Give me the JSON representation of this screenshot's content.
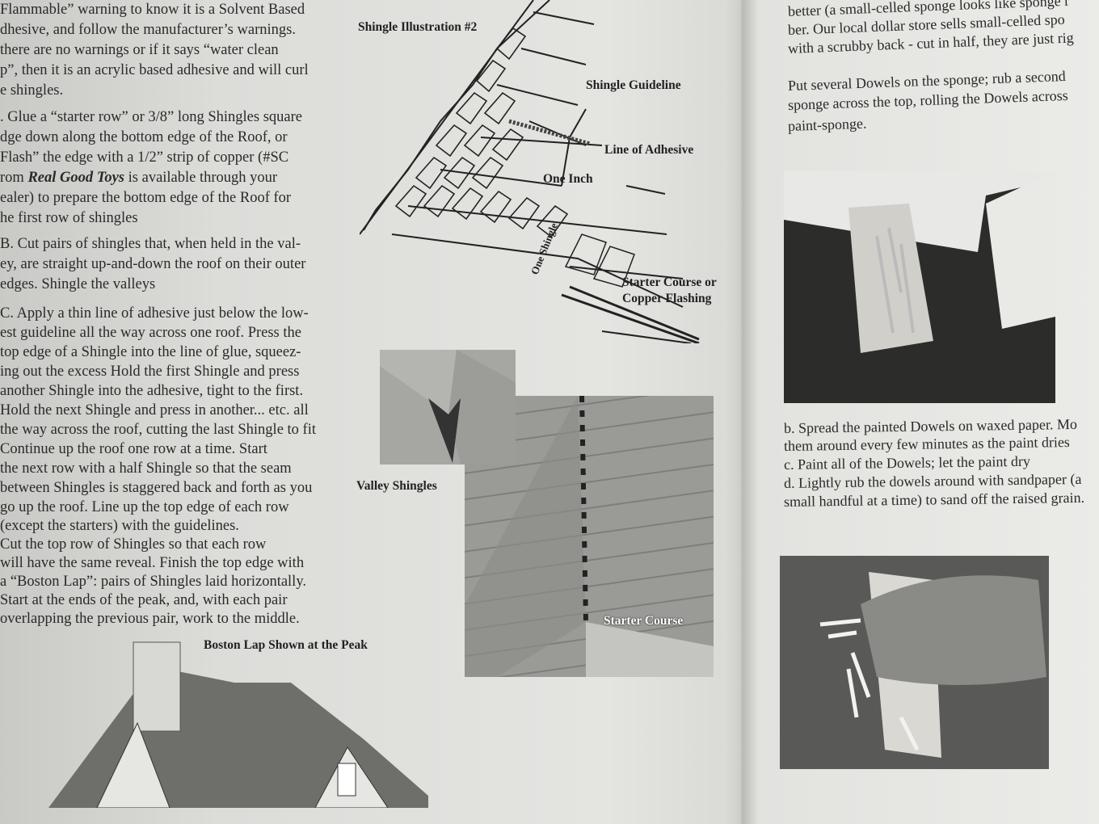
{
  "left_page": {
    "lines": [
      "Flammable” warning to know it is a Solvent Based",
      "dhesive, and follow the manufacturer’s warnings.",
      " there are no warnings or if it says “water clean",
      "p”, then it is an acrylic based adhesive and will curl",
      "e shingles.",
      ".  Glue a “starter row” or 3/8” long Shingles square",
      "dge down along the bottom edge of the Roof, or",
      "Flash” the edge with a 1/2” strip of copper (#SC",
      "rom Real Good Toys is available through your",
      "ealer) to prepare the bottom edge of the Roof for",
      "he first row of shingles",
      "B.  Cut pairs of shingles that, when held in the val-",
      "ey, are straight up-and-down the roof on their outer",
      "edges.  Shingle the valleys",
      "C. Apply a thin line of adhesive just below the low-",
      "est guideline all the way across one roof.  Press the",
      "top edge of a Shingle into the line of glue, squeez-",
      "ing out the excess  Hold the first Shingle and press",
      "another Shingle into the adhesive, tight to the first.",
      " Hold the next Shingle and press in another... etc. all",
      " the way across the roof, cutting the last Shingle to fit",
      "        Continue up the roof one row at a time.  Start",
      " the next row with a half Shingle so that the seam",
      " between Shingles is staggered back and forth as you",
      " go up the roof.  Line up the top edge of each row",
      " (except the starters) with the guidelines.",
      "        Cut the top row of Shingles so that each row",
      "  will have the same reveal.  Finish the top edge with",
      "  a “Boston Lap”:  pairs of Shingles laid horizontally.",
      "  Start at the ends of the peak, and, with each pair",
      "  overlapping the previous pair, work to the middle."
    ],
    "diagram": {
      "title": "Shingle Illustration #2",
      "shingle_guideline": "Shingle Guideline",
      "line_of_adhesive": "Line of Adhesive",
      "one_inch": "One Inch",
      "one_shingle": "One Shingle",
      "starter_course_1": "Starter Course or",
      "starter_course_2": "Copper Flashing"
    },
    "valley_label": "Valley Shingles",
    "starter_course_label": "Starter Course",
    "boston_lap_label": "Boston Lap Shown at the Peak"
  },
  "right_page": {
    "top_lines": [
      "better (a small-celled sponge looks like sponge r",
      "ber.  Our local dollar store sells small-celled spo",
      "with a scrubby back - cut in half, they are just rig"
    ],
    "para_lines": [
      "Put several Dowels on the sponge; rub a second",
      "sponge across the top, rolling the Dowels across",
      "paint-sponge."
    ],
    "step_lines": [
      "b.  Spread the painted Dowels on waxed paper.  Mo",
      "them around every few minutes as the paint dries",
      "c.  Paint all of the Dowels; let the paint dry",
      "d.  Lightly rub the dowels around with sandpaper (a",
      "small handful at a time) to sand off the raised grain."
    ]
  }
}
